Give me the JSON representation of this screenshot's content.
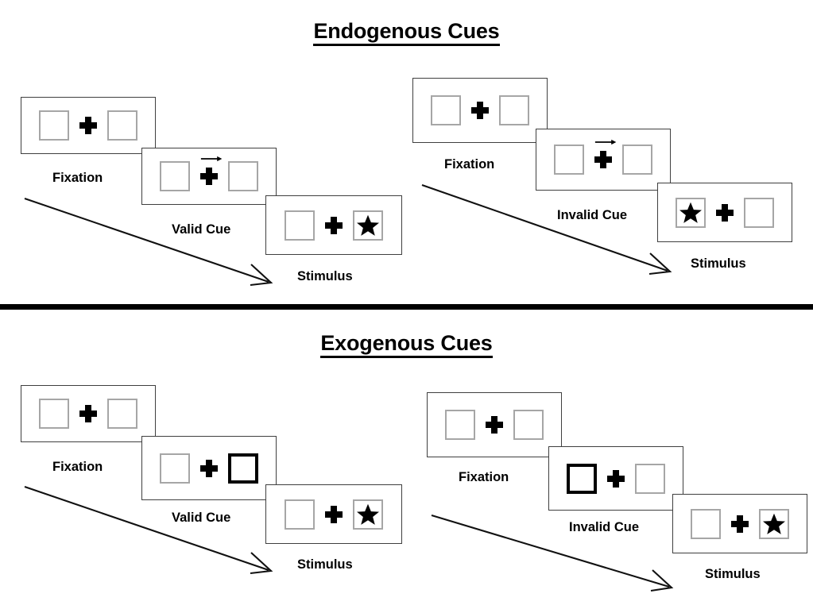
{
  "figure": {
    "sections": [
      {
        "id": "endogenous",
        "title": "Endogenous Cues",
        "columns": [
          {
            "id": "endogenous-valid",
            "cue_type": "Valid Cue",
            "panels": [
              {
                "name": "fixation",
                "caption": "Fixation",
                "left_box": "empty",
                "right_box": "empty",
                "center": "plus",
                "cue": "none"
              },
              {
                "name": "cue",
                "caption": "Valid Cue",
                "left_box": "empty",
                "right_box": "empty",
                "center": "plus",
                "cue": "arrow-right-icon"
              },
              {
                "name": "stimulus",
                "caption": "Stimulus",
                "left_box": "empty",
                "right_box": "star",
                "center": "plus",
                "cue": "none"
              }
            ]
          },
          {
            "id": "endogenous-invalid",
            "cue_type": "Invalid Cue",
            "panels": [
              {
                "name": "fixation",
                "caption": "Fixation",
                "left_box": "empty",
                "right_box": "empty",
                "center": "plus",
                "cue": "none"
              },
              {
                "name": "cue",
                "caption": "Invalid Cue",
                "left_box": "empty",
                "right_box": "empty",
                "center": "plus",
                "cue": "arrow-right-icon"
              },
              {
                "name": "stimulus",
                "caption": "Stimulus",
                "left_box": "star",
                "right_box": "empty",
                "center": "plus",
                "cue": "none"
              }
            ]
          }
        ]
      },
      {
        "id": "exogenous",
        "title": "Exogenous Cues",
        "columns": [
          {
            "id": "exogenous-valid",
            "cue_type": "Valid Cue",
            "panels": [
              {
                "name": "fixation",
                "caption": "Fixation",
                "left_box": "empty",
                "right_box": "empty",
                "center": "plus",
                "cue": "none"
              },
              {
                "name": "cue",
                "caption": "Valid Cue",
                "left_box": "empty",
                "right_box": "highlight",
                "center": "plus",
                "cue": "box-flash"
              },
              {
                "name": "stimulus",
                "caption": "Stimulus",
                "left_box": "empty",
                "right_box": "star",
                "center": "plus",
                "cue": "none"
              }
            ]
          },
          {
            "id": "exogenous-invalid",
            "cue_type": "Invalid Cue",
            "panels": [
              {
                "name": "fixation",
                "caption": "Fixation",
                "left_box": "empty",
                "right_box": "empty",
                "center": "plus",
                "cue": "none"
              },
              {
                "name": "cue",
                "caption": "Invalid Cue",
                "left_box": "highlight",
                "right_box": "empty",
                "center": "plus",
                "cue": "box-flash"
              },
              {
                "name": "stimulus",
                "caption": "Stimulus",
                "left_box": "empty",
                "right_box": "star",
                "center": "plus",
                "cue": "none"
              }
            ]
          }
        ]
      }
    ],
    "colors": {
      "background": "#ffffff",
      "panel_border": "#3f3f3f",
      "box_border": "#a6a6a6",
      "highlight_border": "#000000",
      "ink": "#000000",
      "divider": "#000000"
    }
  }
}
